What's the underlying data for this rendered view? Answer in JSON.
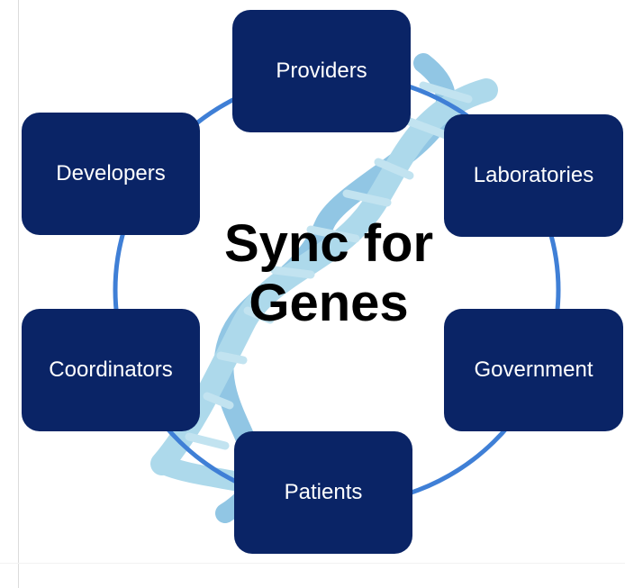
{
  "diagram": {
    "center_title_line1": "Sync for",
    "center_title_line2": "Genes",
    "nodes": {
      "providers": "Providers",
      "developers": "Developers",
      "laboratories": "Laboratories",
      "coordinators": "Coordinators",
      "government": "Government",
      "patients": "Patients"
    },
    "colors": {
      "node_fill": "#0a2466",
      "node_text": "#ffffff",
      "ring": "#3f7fd6",
      "helix_light": "#a9d7ea",
      "helix_mid": "#8cc3e3"
    },
    "graphics": [
      "ring-connector",
      "dna-helix-watermark"
    ]
  }
}
